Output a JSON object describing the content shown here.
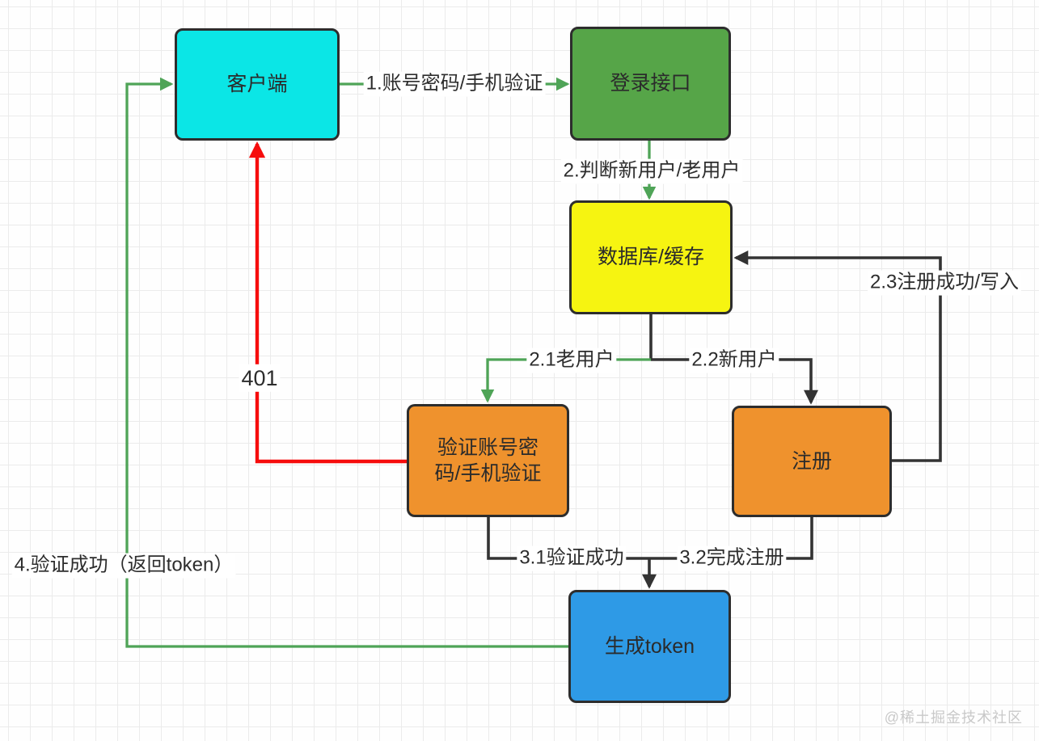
{
  "diagram": {
    "nodes": [
      {
        "id": "client",
        "label": "客户端",
        "fill": "#0BE6E6"
      },
      {
        "id": "login-api",
        "label": "登录接口",
        "fill": "#56A548"
      },
      {
        "id": "database-cache",
        "label": "数据库/缓存",
        "fill": "#F6F411"
      },
      {
        "id": "verify-credentials",
        "label": "验证账号密\n码/手机验证",
        "fill": "#EF922D"
      },
      {
        "id": "register",
        "label": "注册",
        "fill": "#EF922D"
      },
      {
        "id": "generate-token",
        "label": "生成token",
        "fill": "#2E9AE6"
      }
    ],
    "edges": [
      {
        "id": "step-1",
        "label": "1.账号密码/手机验证",
        "from": "client",
        "to": "login-api",
        "color": "#4FA457"
      },
      {
        "id": "step-2",
        "label": "2.判断新用户/老用户",
        "from": "login-api",
        "to": "database-cache",
        "color": "#4FA457"
      },
      {
        "id": "step-2-1",
        "label": "2.1老用户",
        "from": "database-cache",
        "to": "verify-credentials",
        "color": "#4FA457"
      },
      {
        "id": "step-2-2",
        "label": "2.2新用户",
        "from": "database-cache",
        "to": "register",
        "color": "#333333"
      },
      {
        "id": "step-2-3",
        "label": "2.3注册成功/写入",
        "from": "register",
        "to": "database-cache",
        "color": "#333333"
      },
      {
        "id": "step-3-1",
        "label": "3.1验证成功",
        "from": "verify-credentials",
        "to": "generate-token",
        "color": "#333333"
      },
      {
        "id": "step-3-2",
        "label": "3.2完成注册",
        "from": "register",
        "to": "generate-token",
        "color": "#333333"
      },
      {
        "id": "step-4",
        "label": "4.验证成功（返回token）",
        "from": "generate-token",
        "to": "client",
        "color": "#4FA457"
      },
      {
        "id": "step-401",
        "label": "401",
        "from": "verify-credentials",
        "to": "client",
        "color": "#F60C0C"
      }
    ]
  },
  "watermark": {
    "text": "@稀土掘金技术社区"
  },
  "colors": {
    "node-cyan": "#0BE6E6",
    "node-green": "#56A548",
    "node-yellow": "#F6F411",
    "node-orange": "#EF922D",
    "node-blue": "#2E9AE6",
    "edge-green": "#4FA457",
    "edge-black": "#333333",
    "edge-red": "#F60C0C",
    "node-border": "#2D2D2D",
    "label-text": "#2D2D2D",
    "grid-line": "#EBEBEB",
    "watermark-text": "#C9C9C9"
  }
}
